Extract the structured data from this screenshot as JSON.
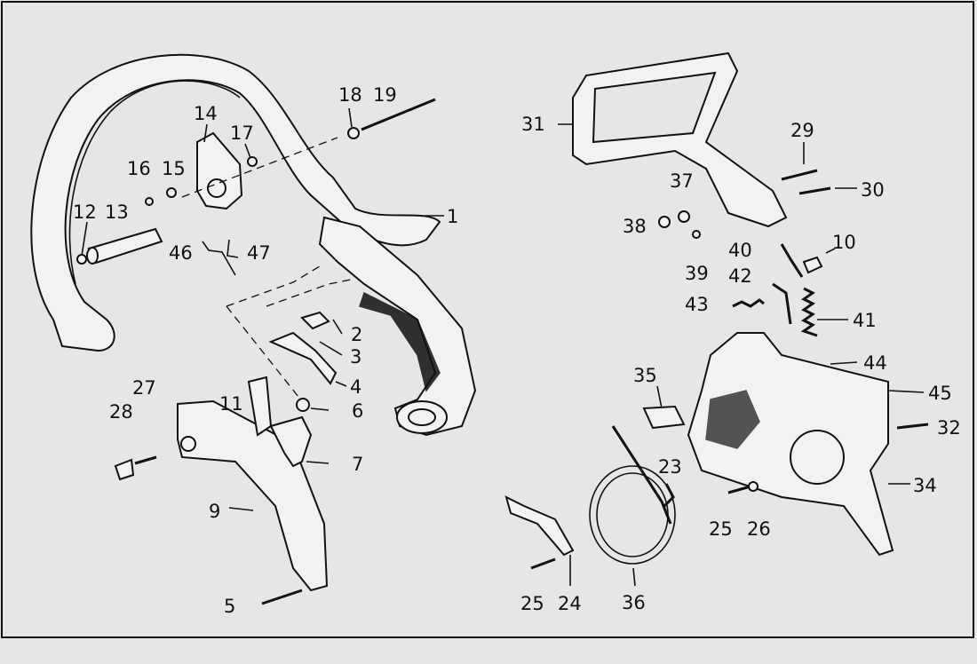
{
  "diagram": {
    "callouts": [
      "1",
      "2",
      "3",
      "4",
      "5",
      "6",
      "7",
      "9",
      "10",
      "11",
      "12",
      "13",
      "14",
      "15",
      "16",
      "17",
      "18",
      "19",
      "23",
      "24",
      "25",
      "25",
      "26",
      "27",
      "28",
      "29",
      "30",
      "31",
      "32",
      "34",
      "35",
      "36",
      "37",
      "38",
      "39",
      "40",
      "41",
      "42",
      "43",
      "44",
      "45",
      "46",
      "47"
    ]
  },
  "colors": {
    "background": "#e6e6e6",
    "ink": "#111111"
  }
}
